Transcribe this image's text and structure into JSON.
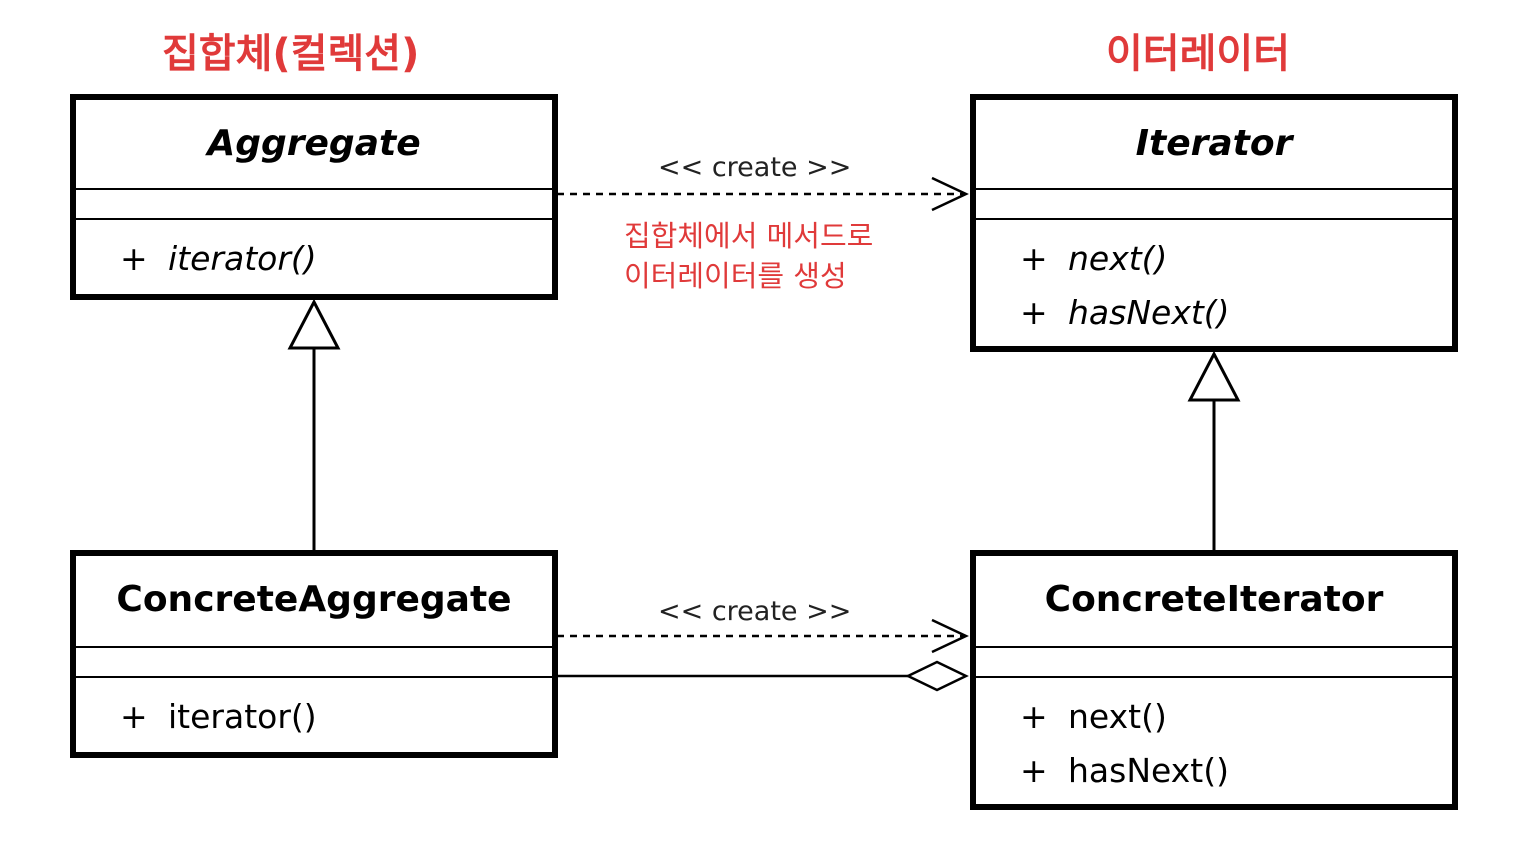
{
  "headings": {
    "aggregate": "집합체(컬렉션)",
    "iterator": "이터레이터"
  },
  "classes": {
    "aggregate": {
      "name": "Aggregate",
      "abstract": true,
      "operations": [
        {
          "visibility": "+",
          "signature": "iterator()",
          "abstract": true
        }
      ]
    },
    "iterator": {
      "name": "Iterator",
      "abstract": true,
      "operations": [
        {
          "visibility": "+",
          "signature": "next()",
          "abstract": true
        },
        {
          "visibility": "+",
          "signature": "hasNext()",
          "abstract": true
        }
      ]
    },
    "concrete_aggregate": {
      "name": "ConcreteAggregate",
      "abstract": false,
      "operations": [
        {
          "visibility": "+",
          "signature": "iterator()",
          "abstract": false
        }
      ]
    },
    "concrete_iterator": {
      "name": "ConcreteIterator",
      "abstract": false,
      "operations": [
        {
          "visibility": "+",
          "signature": "next()",
          "abstract": false
        },
        {
          "visibility": "+",
          "signature": "hasNext()",
          "abstract": false
        }
      ]
    }
  },
  "relations": {
    "top_create_label": "<< create >>",
    "bottom_create_label": "<< create >>",
    "note_lines": [
      "집합체에서 메서드로",
      "이터레이터를 생성"
    ]
  },
  "colors": {
    "accent": "#e03a3a",
    "line": "#000000",
    "background": "#ffffff"
  }
}
